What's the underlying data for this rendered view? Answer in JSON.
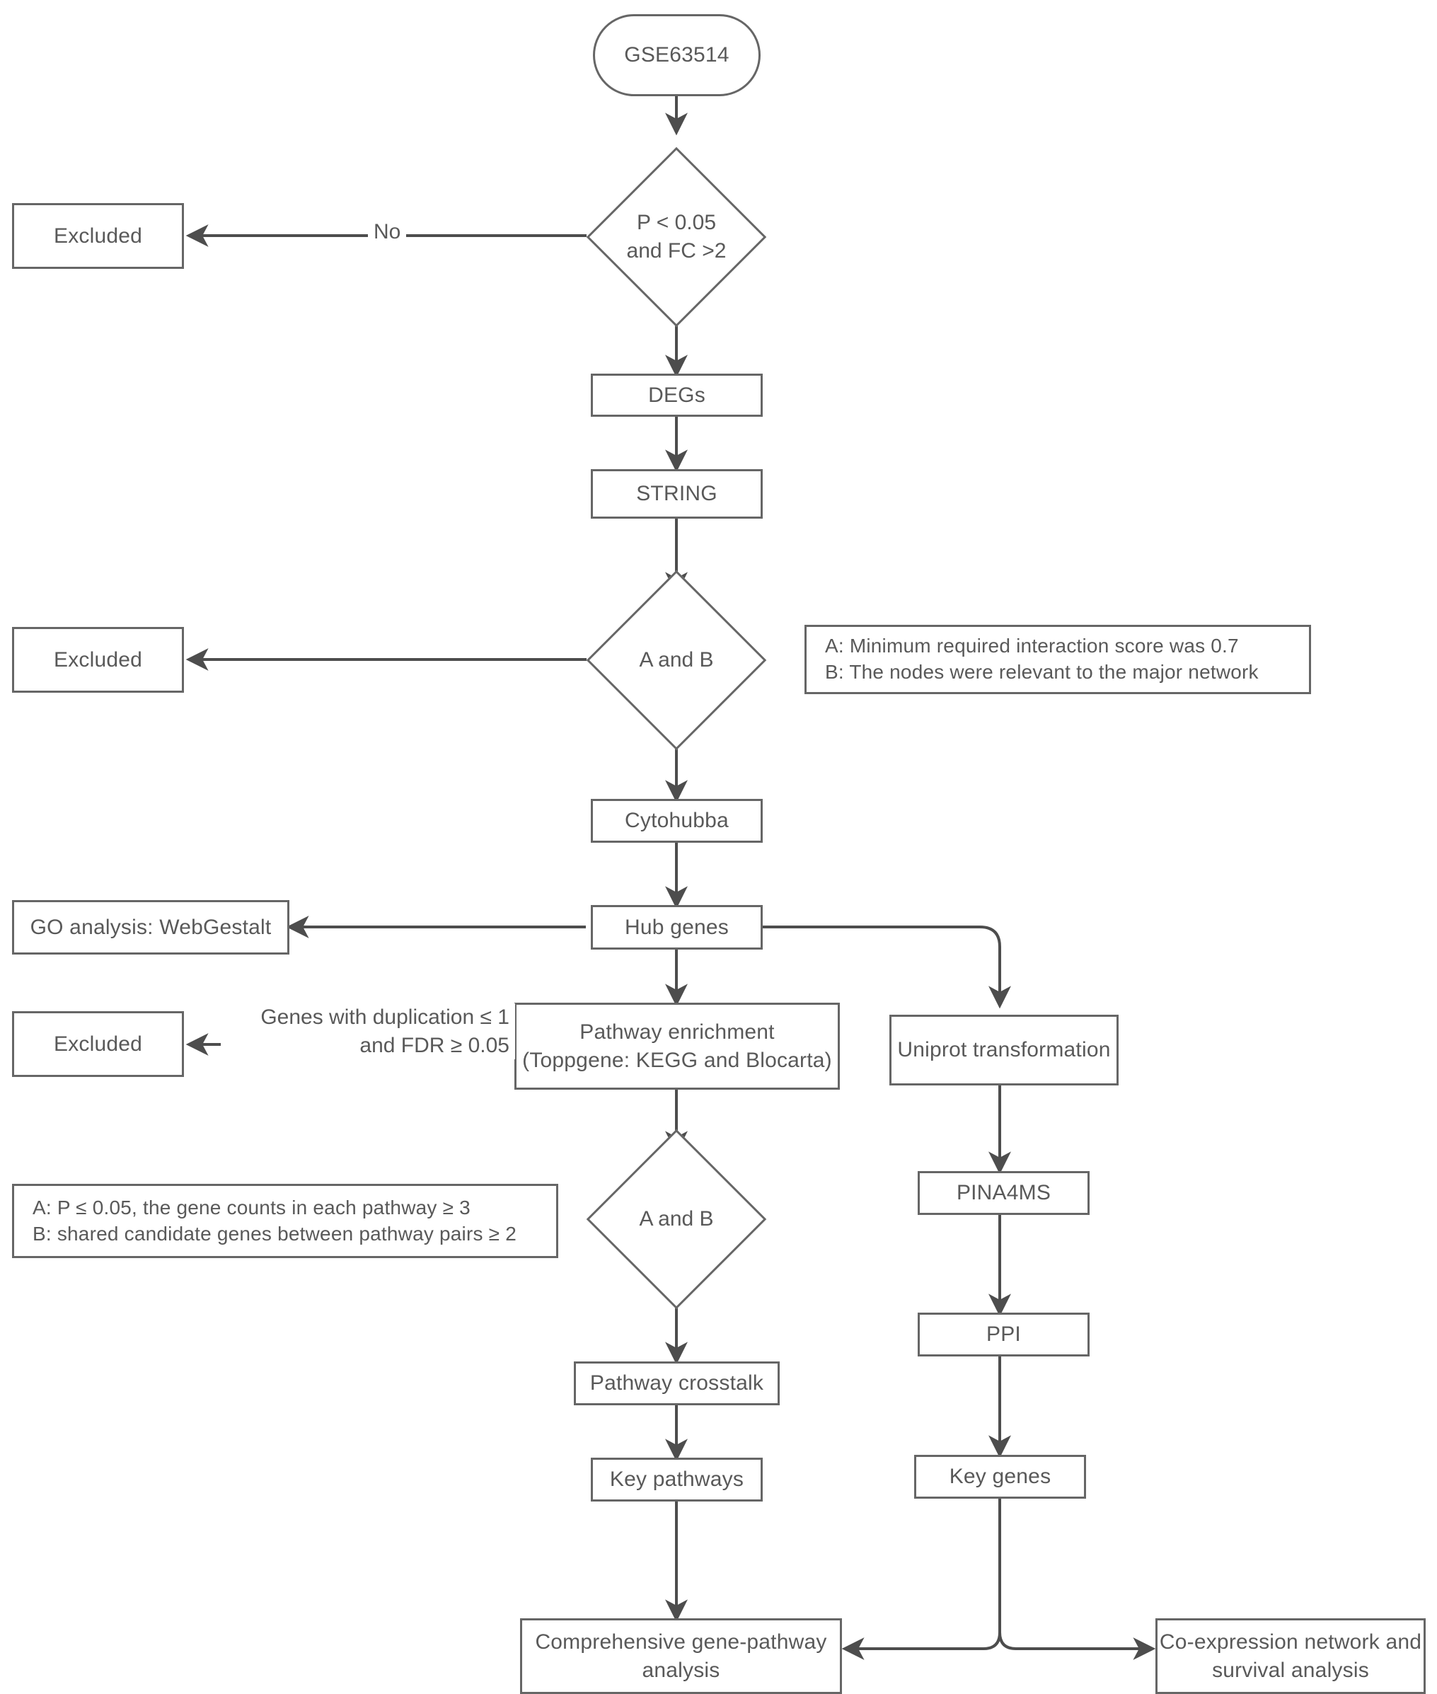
{
  "diagram": {
    "title": "GSE63514 bioinformatics analysis workflow",
    "stroke_color": "#666666",
    "text_color": "#595959",
    "background_color": "#ffffff"
  },
  "nodes": {
    "start": {
      "label": "GSE63514",
      "shape": "terminator"
    },
    "decision_deg": {
      "label": "P < 0.05\nand FC >2",
      "shape": "diamond"
    },
    "excluded_1": {
      "label": "Excluded",
      "shape": "process"
    },
    "degs": {
      "label": "DEGs",
      "shape": "process"
    },
    "string": {
      "label": "STRING",
      "shape": "process"
    },
    "decision_ab_1": {
      "label": "A and B",
      "shape": "diamond"
    },
    "legend_1": {
      "label": "A: Minimum required interaction score was 0.7\nB: The nodes were relevant to the major network",
      "shape": "note"
    },
    "excluded_2": {
      "label": "Excluded",
      "shape": "process"
    },
    "cytohubba": {
      "label": "Cytohubba",
      "shape": "process"
    },
    "hub_genes": {
      "label": "Hub genes",
      "shape": "process"
    },
    "go_analysis": {
      "label": "GO analysis: WebGestalt",
      "shape": "process"
    },
    "pathway_enrichment": {
      "label": "Pathway enrichment\n(Toppgene: KEGG and Blocarta)",
      "shape": "process"
    },
    "excluded_3": {
      "label": "Excluded",
      "shape": "process"
    },
    "uniprot": {
      "label": "Uniprot transformation",
      "shape": "process"
    },
    "decision_ab_2": {
      "label": "A and B",
      "shape": "diamond"
    },
    "legend_2": {
      "label": "A: P ≤ 0.05, the gene counts in each pathway ≥ 3\nB: shared candidate genes between pathway pairs ≥ 2",
      "shape": "note"
    },
    "pina4ms": {
      "label": "PINA4MS",
      "shape": "process"
    },
    "pathway_crosstalk": {
      "label": "Pathway crosstalk",
      "shape": "process"
    },
    "ppi": {
      "label": "PPI",
      "shape": "process"
    },
    "key_pathways": {
      "label": "Key pathways",
      "shape": "process"
    },
    "key_genes": {
      "label": "Key genes",
      "shape": "process"
    },
    "comprehensive": {
      "label": "Comprehensive gene-pathway\nanalysis",
      "shape": "process"
    },
    "coexpression": {
      "label": "Co-expression network and\nsurvival analysis",
      "shape": "process"
    }
  },
  "edge_labels": {
    "no": "No",
    "duplication_fdr": "Genes with duplication ≤ 1\nand FDR ≥ 0.05"
  }
}
